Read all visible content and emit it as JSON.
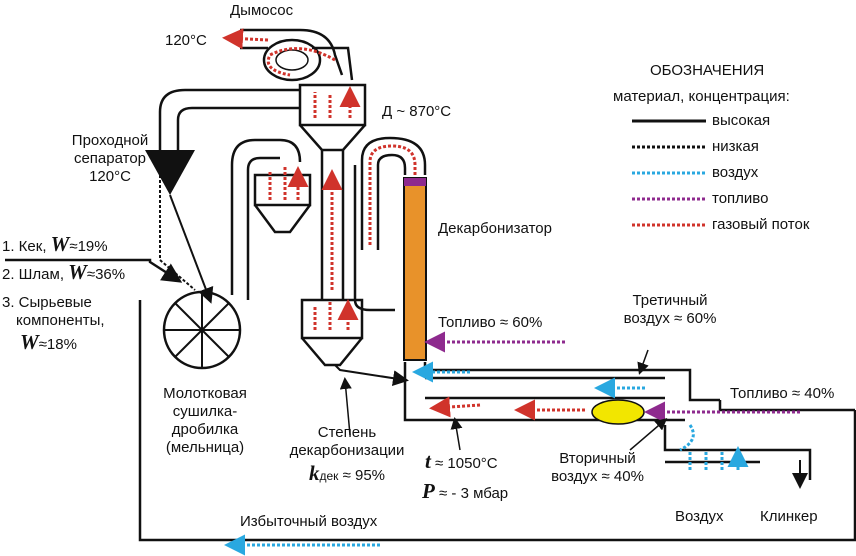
{
  "labels": {
    "exhauster": "Дымосос",
    "exhaust_temp": "120°C",
    "separator_l1": "Проходной",
    "separator_l2": "сепаратор",
    "separator_temp": "120°C",
    "d_temp": "Д ~ 870°C",
    "decarbonizer": "Декарбонизатор",
    "feed1_text": "1. Кек, ",
    "feed1_sym": "W",
    "feed1_val": "≈19%",
    "feed2_text": "2. Шлам, ",
    "feed2_sym": "W",
    "feed2_val": "≈36%",
    "feed3_l1": "3. Сырьевые",
    "feed3_l2": "компоненты,",
    "feed3_sym": "W",
    "feed3_val": "≈18%",
    "mill_l1": "Молотковая",
    "mill_l2": "сушилка-",
    "mill_l3": "дробилка",
    "mill_l4": "(мельница)",
    "decarb_degree_l1": "Степень",
    "decarb_degree_l2": "декарбонизации",
    "k_sym": "k",
    "k_sub": "дек",
    "k_val": "≈ 95%",
    "t_sym": "t",
    "t_val": "≈ 1050°C",
    "p_sym": "P",
    "p_val": "≈ - 3 мбар",
    "fuel60": "Топливо ≈ 60%",
    "tertiary_l1": "Третичный",
    "tertiary_l2": "воздух ≈ 60%",
    "fuel40": "Топливо ≈ 40%",
    "secondary_l1": "Вторичный",
    "secondary_l2": "воздух ≈ 40%",
    "air": "Воздух",
    "clinker": "Клинкер",
    "excess_air": "Избыточный воздух"
  },
  "legend": {
    "title": "ОБОЗНАЧЕНИЯ",
    "subtitle": "материал, концентрация:",
    "items": [
      {
        "label": "высокая",
        "color": "#111111",
        "style": "solid"
      },
      {
        "label": "низкая",
        "color": "#111111",
        "style": "dotted"
      },
      {
        "label": "воздух",
        "color": "#29a8e0",
        "style": "dotted"
      },
      {
        "label": "топливо",
        "color": "#8e2a8e",
        "style": "dotted"
      },
      {
        "label": "газовый поток",
        "color": "#d0332b",
        "style": "dotted"
      }
    ]
  },
  "colors": {
    "gas": "#d0332b",
    "air": "#29a8e0",
    "fuel": "#8e2a8e",
    "material": "#111111",
    "decarbonizer_fill": "#e8922a",
    "flame": "#f2e600"
  }
}
